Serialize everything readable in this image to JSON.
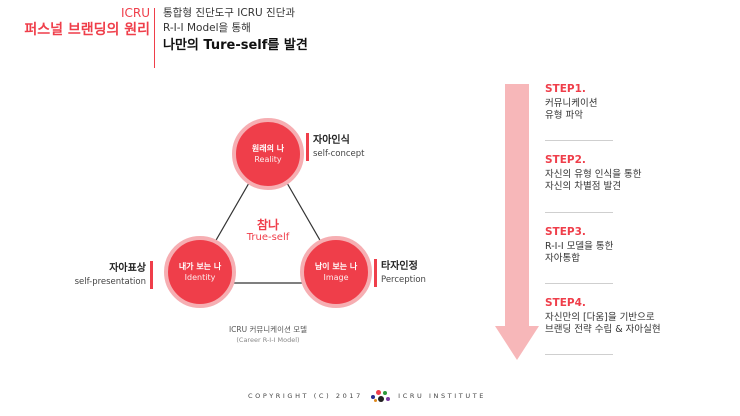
{
  "header": {
    "brand": "ICRU",
    "subtitle": "퍼스널 브랜딩의 원리",
    "line1": "통합형 진단도구 ICRU 진단과",
    "line2": "R-I-I Model을 통해",
    "line3": "나만의 Ture-self를 발견"
  },
  "diagram": {
    "top_circle": {
      "ko": "원래의 나",
      "en": "Reality"
    },
    "left_circle": {
      "ko": "내가 보는 나",
      "en": "Identity"
    },
    "right_circle": {
      "ko": "남이 보는 나",
      "en": "Image"
    },
    "center": {
      "ko": "참나",
      "en": "True-self"
    },
    "label_top": {
      "ko": "자아인식",
      "en": "self-concept"
    },
    "label_left": {
      "ko": "자아표상",
      "en": "self-presentation"
    },
    "label_right": {
      "ko": "타자인정",
      "en": "Perception"
    },
    "caption": "ICRU 커뮤니케이션 모델",
    "caption_sub": "(Career R-I-I Model)"
  },
  "steps": [
    {
      "title": "STEP1.",
      "lines": [
        "커뮤니케이션",
        "유형 파악"
      ]
    },
    {
      "title": "STEP2.",
      "lines": [
        "자신의 유형 인식을 통한",
        "자신의  차별점 발견"
      ]
    },
    {
      "title": "STEP3.",
      "lines": [
        "R-I-I 모델을 통한",
        "자아통합"
      ]
    },
    {
      "title": "STEP4.",
      "lines": [
        "자신만의 [다움]을 기반으로",
        "브랜딩 전략 수립 & 자아실현"
      ]
    }
  ],
  "footer": {
    "left": "COPYRIGHT (C) 2017",
    "right": "ICRU INSTITUTE"
  },
  "colors": {
    "accent": "#ef3e4a",
    "arrow": "#f7b7b9",
    "ring": "#f6aeb2",
    "logo_dots": [
      "#2a2a8c",
      "#ef3e4a",
      "#2b9a3a",
      "#7a3aa0",
      "#e08a1e",
      "#222222"
    ]
  }
}
